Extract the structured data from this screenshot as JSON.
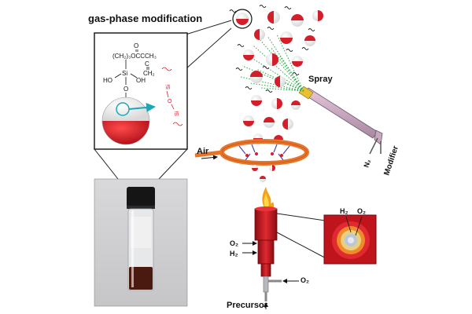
{
  "title": "gas-phase modification",
  "chemistry": {
    "formula_top": "(CH₂)₃OCCCH₃",
    "o_top": "O",
    "c_mid": "C",
    "ch2": "CH₂",
    "si_top": "Si",
    "ho": "HO",
    "oh": "OH",
    "o_bridge": "O",
    "si_mid": "Si",
    "o_surface": "O",
    "red_si1": "Si",
    "red_o": "O",
    "red_si2": "Si"
  },
  "labels": {
    "spray": "Spray",
    "air": "Air",
    "n2": "N₂",
    "modifier": "Modifier",
    "o2_left": "O₂",
    "h2_left": "H₂",
    "o2_bottom": "O₂",
    "precursor": "Precursor",
    "h2_inset": "H₂",
    "o2_inset": "O₂"
  },
  "colors": {
    "particle_red": "#d41f2a",
    "particle_white": "#f4f4f4",
    "torch_red": "#c0141c",
    "ring_orange": "#e8742a",
    "spray_green": "#2aa84a",
    "arrow_teal": "#1aa8b8",
    "liquid_brown": "#4a1a10"
  }
}
